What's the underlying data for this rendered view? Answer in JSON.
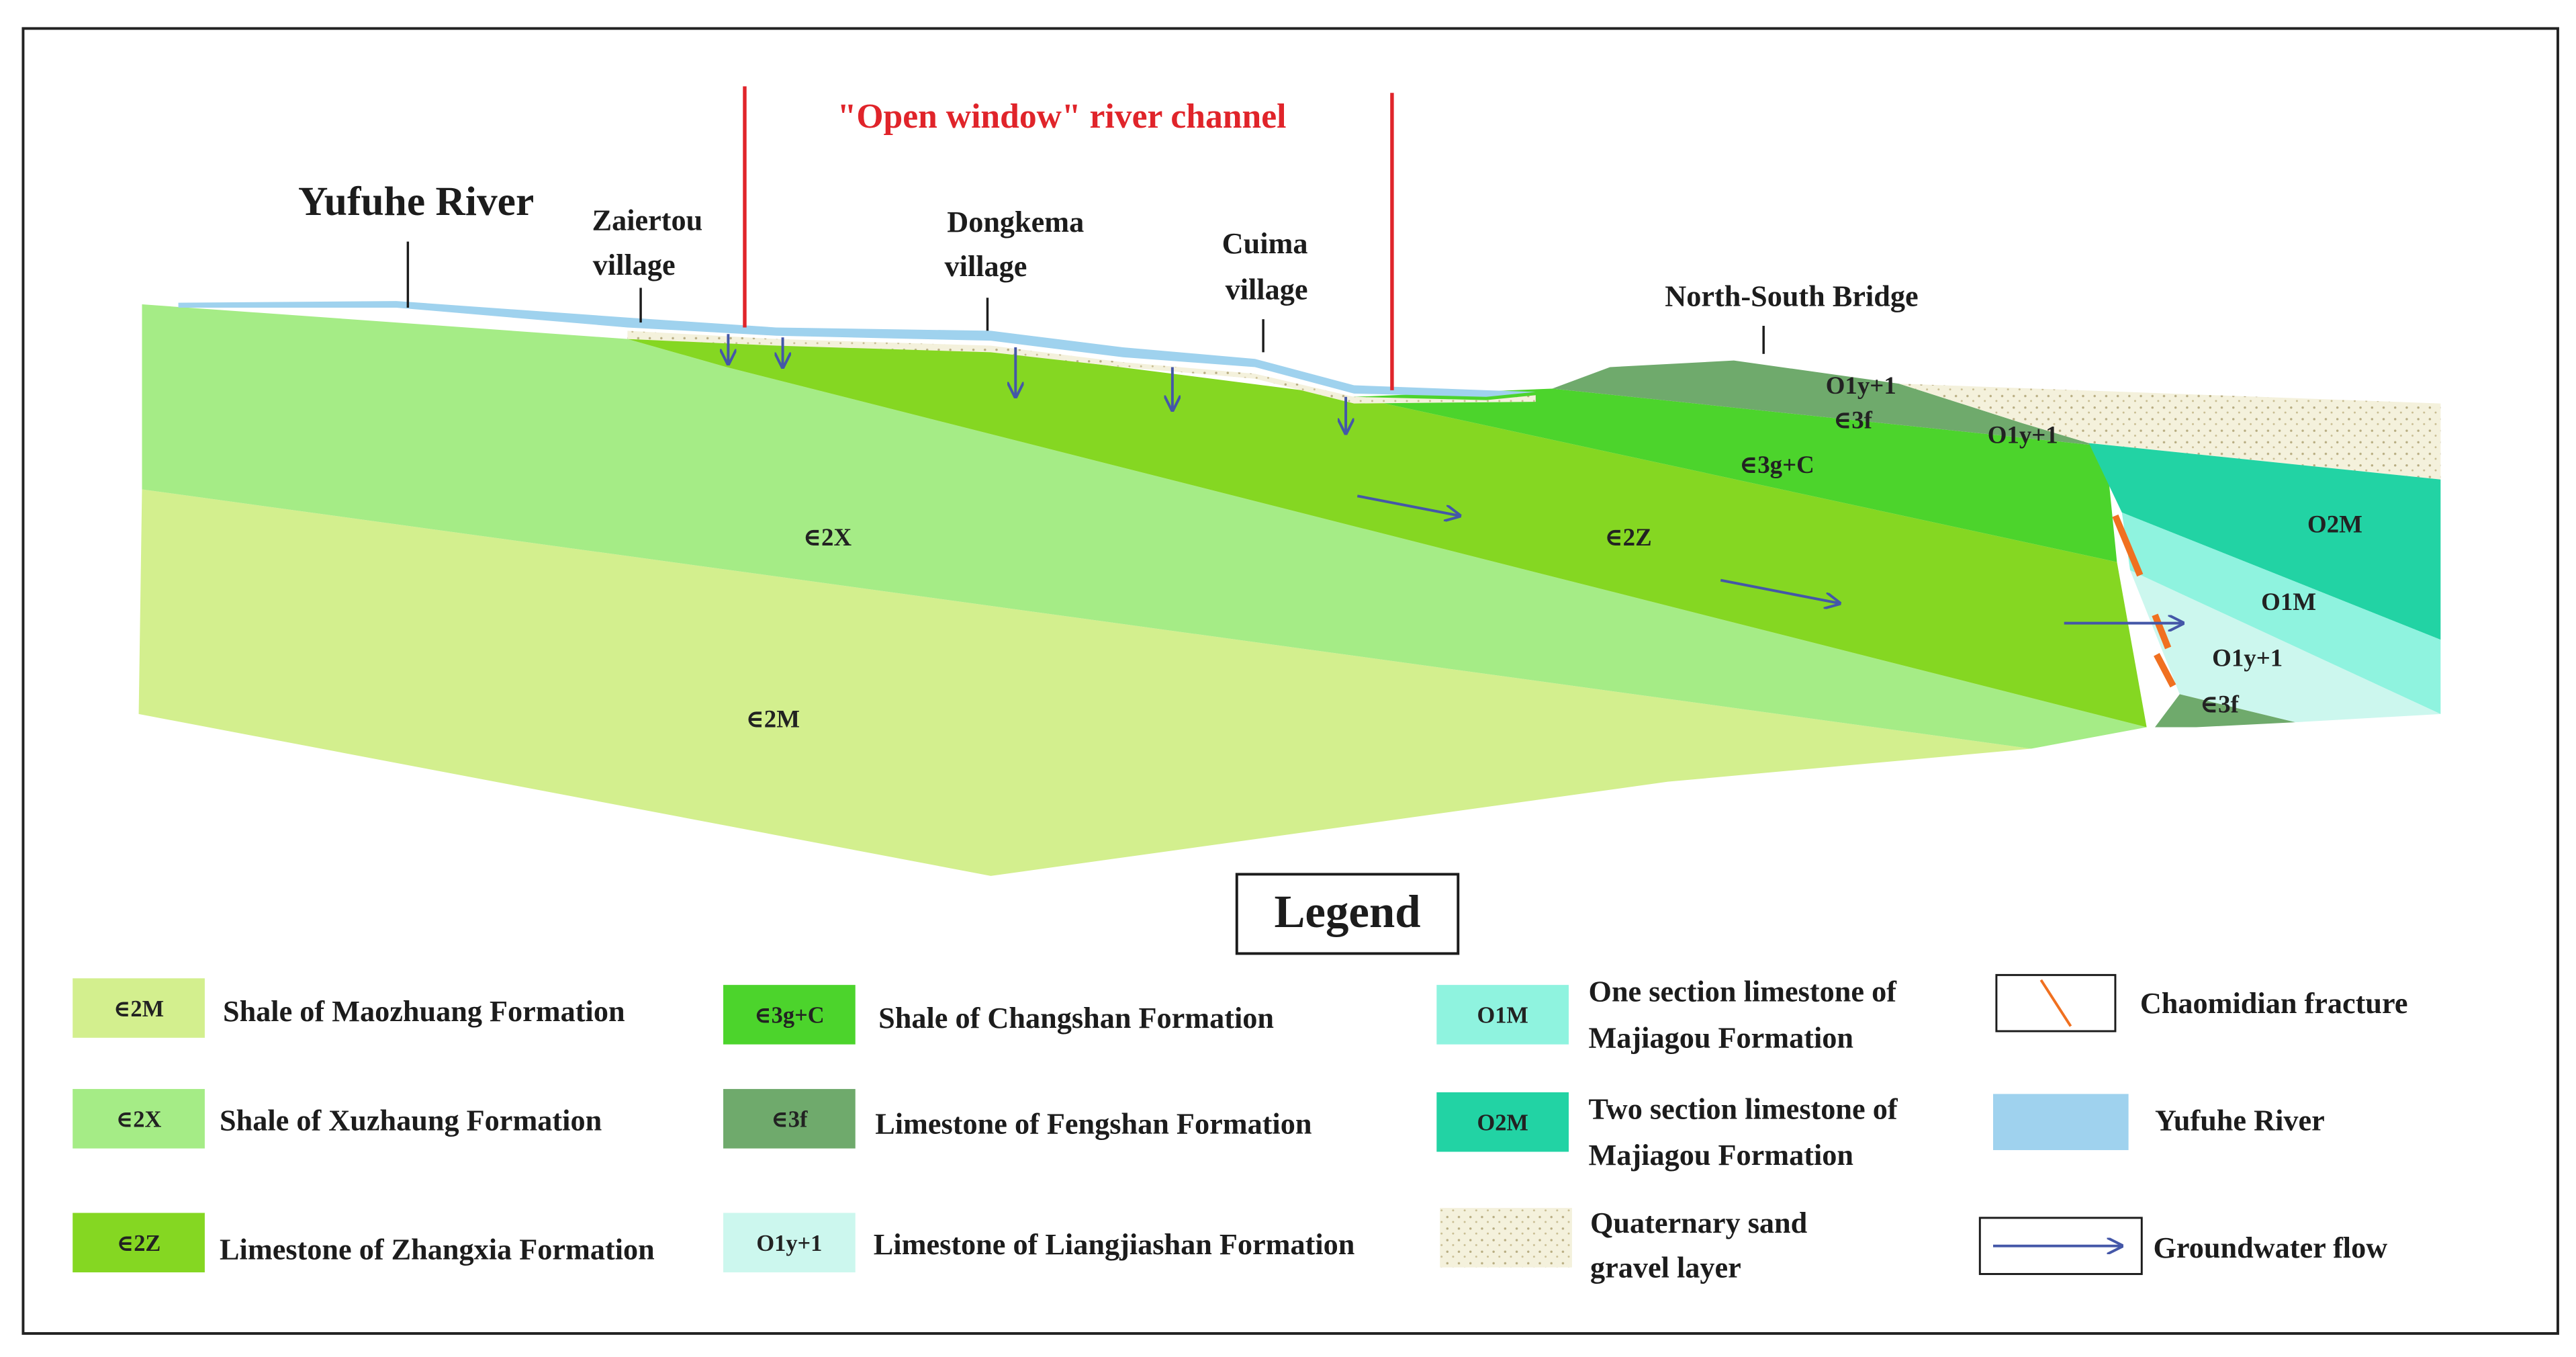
{
  "title": "\"Open window\" river channel",
  "places": {
    "river": "Yufuhe River",
    "zaiertou": [
      "Zaiertou",
      "village"
    ],
    "dongkema": [
      "Dongkema",
      "village"
    ],
    "cuima": [
      "Cuima",
      "village"
    ],
    "bridge": "North-South Bridge"
  },
  "units": {
    "e2m": "∈2M",
    "e2x": "∈2X",
    "e2z": "∈2Z",
    "e3gc": "∈3g+C",
    "e3f_top": "∈3f",
    "e3f_bottom": "∈3f",
    "o1y1_top": "O1y+1",
    "o1y1_mid": "O1y+1",
    "o1y1_bottom": "O1y+1",
    "o1m": "O1M",
    "o2m": "O2M"
  },
  "legend": {
    "title": "Legend",
    "items": [
      {
        "symbol": "∈2M",
        "label": [
          "Shale of Maozhuang Formation"
        ],
        "color": "#d3ef8e"
      },
      {
        "symbol": "∈2X",
        "label": [
          "Shale of Xuzhaung Formation"
        ],
        "color": "#a5ec86"
      },
      {
        "symbol": "∈2Z",
        "label": [
          "Limestone of Zhangxia Formation"
        ],
        "color": "#85d722"
      },
      {
        "symbol": "∈3g+C",
        "label": [
          "Shale of Changshan Formation"
        ],
        "color": "#4cd42c"
      },
      {
        "symbol": "∈3f",
        "label": [
          "Limestone of Fengshan Formation"
        ],
        "color": "#6faa6c"
      },
      {
        "symbol": "O1y+1",
        "label": [
          "Limestone of Liangjiashan Formation"
        ],
        "color": "#ccf7ee"
      },
      {
        "symbol": "O1M",
        "label": [
          "One section limestone of",
          "Majiagou Formation"
        ],
        "color": "#8ff3df"
      },
      {
        "symbol": "O2M",
        "label": [
          "Two section limestone of",
          "Majiagou Formation"
        ],
        "color": "#22d3a4"
      },
      {
        "symbol": "",
        "label": [
          "Quaternary sand",
          "gravel layer"
        ],
        "color": "#f4f1dc"
      },
      {
        "symbol": "",
        "label": [
          "Chaomidian fracture"
        ],
        "color": "#f07020"
      },
      {
        "symbol": "",
        "label": [
          "Yufuhe River"
        ],
        "color": "#9fd2ee"
      },
      {
        "symbol": "",
        "label": [
          "Groundwater flow"
        ],
        "color": "#4457a8"
      }
    ]
  },
  "colors": {
    "e2m": "#d3ef8e",
    "e2x": "#a5ec86",
    "e2z": "#85d722",
    "e3gc": "#4cd42c",
    "e3f": "#6faa6c",
    "o1y1": "#ccf7ee",
    "o1m": "#8ff3df",
    "o2m": "#22d3a4",
    "quaternary": "#f4f1dc",
    "river": "#9fd2ee",
    "fracture": "#f07020",
    "flow": "#4457a8",
    "window_line": "#e0242a"
  },
  "icons": {
    "fracture": "orange-diagonal-line-icon",
    "flow": "blue-arrow-icon",
    "gravel": "dotted-fill-icon"
  }
}
